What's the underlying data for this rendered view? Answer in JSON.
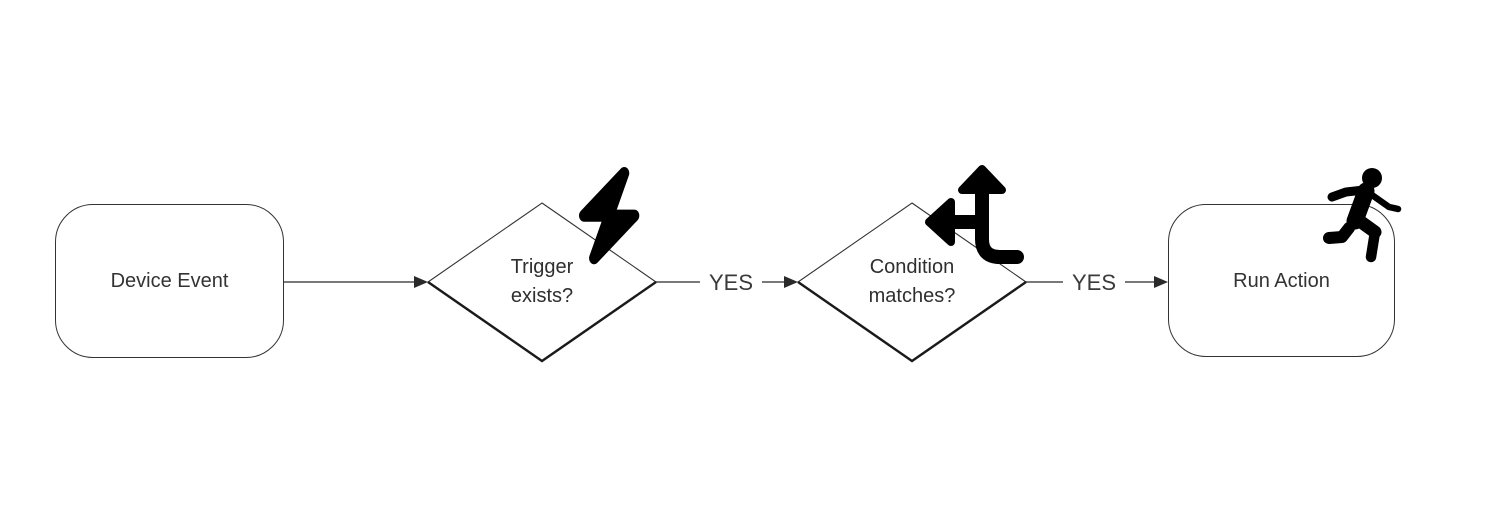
{
  "diagram": {
    "type": "flowchart",
    "background_color": "#ffffff",
    "node_border_color": "#333333",
    "connector_color": "#4d4d4d",
    "text_color": "#333333",
    "icon_color": "#000000",
    "nodes": [
      {
        "id": "device-event",
        "shape": "rounded-rectangle",
        "label": "Device Event",
        "icon": ""
      },
      {
        "id": "trigger-exists",
        "shape": "diamond",
        "label": "Trigger exists?",
        "icon": "lightning-bolt-icon"
      },
      {
        "id": "condition-matches",
        "shape": "diamond",
        "label": "Condition matches?",
        "icon": "split-arrows-icon"
      },
      {
        "id": "run-action",
        "shape": "rounded-rectangle",
        "label": "Run Action",
        "icon": "person-running-icon"
      }
    ],
    "edges": [
      {
        "from": "device-event",
        "to": "trigger-exists",
        "label": ""
      },
      {
        "from": "trigger-exists",
        "to": "condition-matches",
        "label": "YES"
      },
      {
        "from": "condition-matches",
        "to": "run-action",
        "label": "YES"
      }
    ]
  }
}
